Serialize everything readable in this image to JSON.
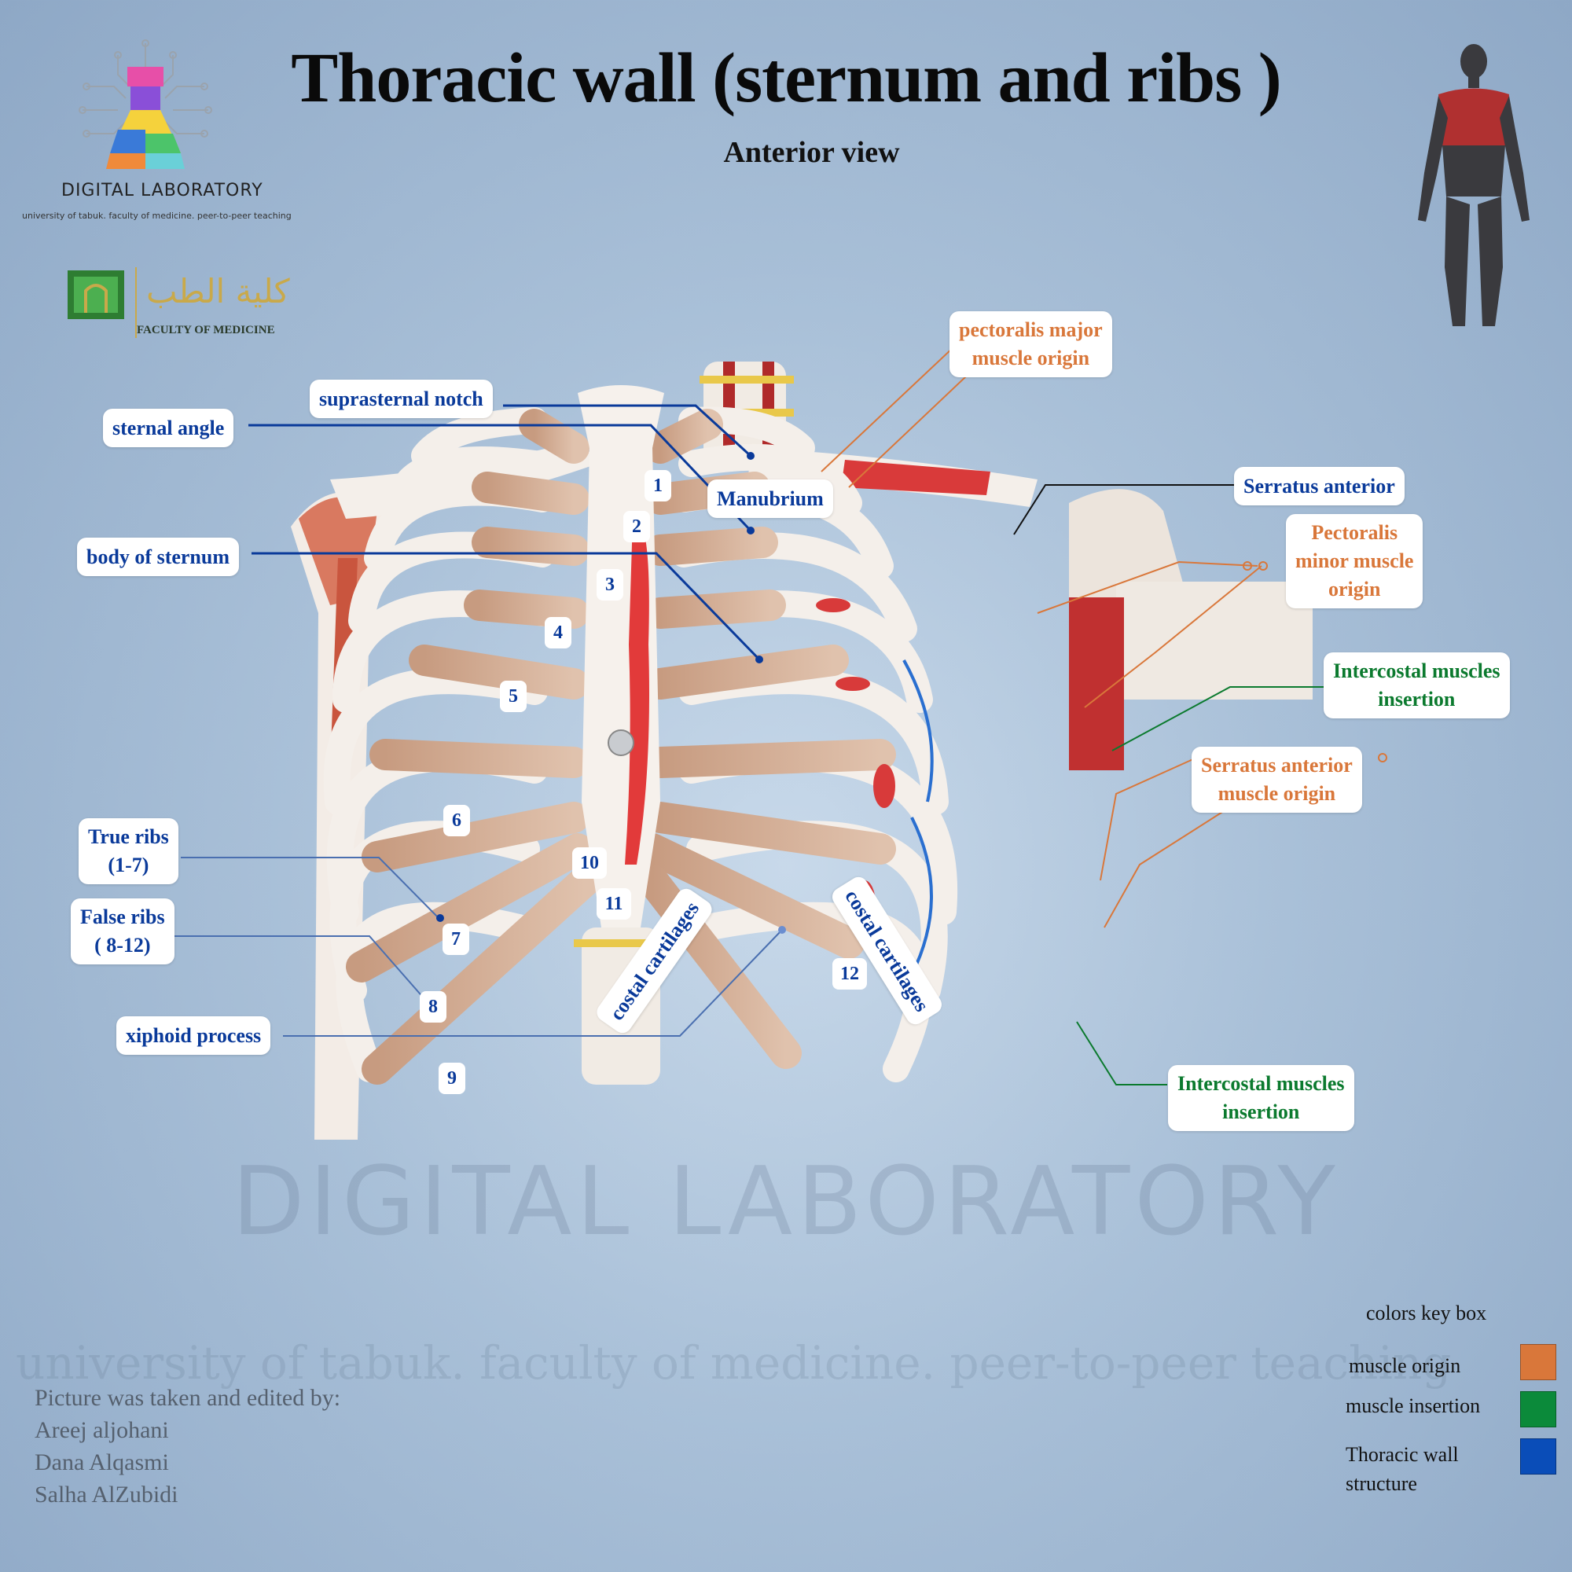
{
  "title": "Thoracic wall (sternum and ribs )",
  "subtitle": "Anterior view",
  "logo": {
    "name": "DIGITAL LABORATORY",
    "tagline": "university of tabuk. faculty of medicine. peer-to-peer teaching",
    "faculty": "FACULTY OF MEDICINE",
    "faculty_arabic": "كلية الطب"
  },
  "labels": {
    "suprasternal_notch": "suprasternal notch",
    "sternal_angle": "sternal angle",
    "manubrium": "Manubrium",
    "body_of_sternum": "body of sternum",
    "true_ribs_1": "True ribs",
    "true_ribs_2": "(1-7)",
    "false_ribs_1": "False ribs",
    "false_ribs_2": "( 8-12)",
    "xiphoid_process": "xiphoid process",
    "costal_cartilages_left": "costal cartilages",
    "costal_cartilages_right": "costal cartilages",
    "pectoralis_major_1": "pectoralis major",
    "pectoralis_major_2": "muscle origin",
    "serratus_anterior": "Serratus anterior",
    "pectoralis_minor_1": "Pectoralis",
    "pectoralis_minor_2": "minor muscle",
    "pectoralis_minor_3": "origin",
    "intercostal_upper_1": "Intercostal muscles",
    "intercostal_upper_2": "insertion",
    "serratus_origin_1": "Serratus anterior",
    "serratus_origin_2": "muscle origin",
    "intercostal_lower_1": "Intercostal muscles",
    "intercostal_lower_2": "insertion"
  },
  "rib_numbers": [
    "1",
    "2",
    "3",
    "4",
    "5",
    "6",
    "7",
    "8",
    "9",
    "10",
    "11",
    "12"
  ],
  "watermark": "DIGITAL LABORATORY",
  "watermark_tagline": "university of tabuk. faculty of medicine. peer-to-peer teaching",
  "credits": {
    "heading": "Picture was taken and edited by:",
    "names": [
      "Areej aljohani",
      "Dana Alqasmi",
      "Salha AlZubidi"
    ]
  },
  "key": {
    "title": "colors key box",
    "items": [
      {
        "label": "muscle origin",
        "color": "#d9773a"
      },
      {
        "label": "muscle insertion",
        "color": "#0b8a3a"
      },
      {
        "label_1": "Thoracic wall",
        "label_2": "structure",
        "color": "#0a4db8"
      }
    ]
  },
  "colors": {
    "label_blue": "#0a3a9a",
    "label_orange": "#d9773a",
    "label_green": "#0b7a2e"
  }
}
